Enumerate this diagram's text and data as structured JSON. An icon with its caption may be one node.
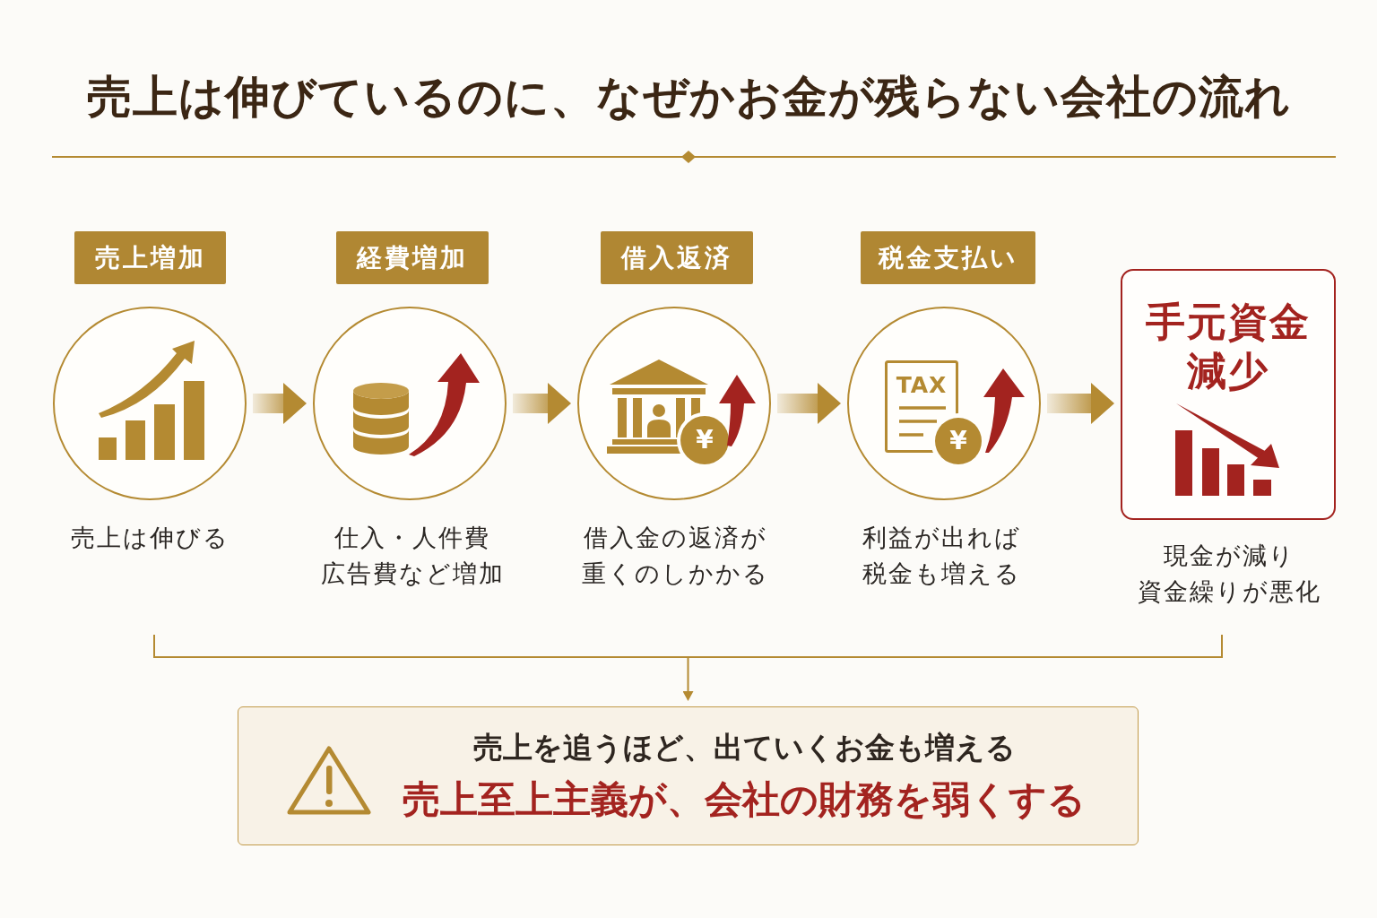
{
  "diagram": {
    "title": "売上は伸びているのに、なぜかお金が残らない会社の流れ",
    "nodes": [
      {
        "text": [
          "売上増加"
        ]
      },
      {
        "text": [],
        "shape": "circle",
        "beside": [
          "売上は伸びる"
        ]
      },
      {
        "text": [
          "経費増加"
        ]
      },
      {
        "text": [],
        "shape": "circle",
        "beside": [
          "仕入・人件費広告費など増加"
        ]
      },
      {
        "text": [
          "借入返済"
        ]
      },
      {
        "text": [],
        "shape": "circle",
        "beside": [
          "借入金の返済が重くのしかかる"
        ]
      },
      {
        "text": [
          "税金支払い"
        ]
      },
      {
        "text": [],
        "shape": "circle",
        "beside": [
          "利益が出れば税金も増える"
        ]
      },
      {
        "text": [
          "手元資金減少"
        ],
        "beside": [
          "現金が減り資金繰りが悪化"
        ]
      },
      {
        "text": [],
        "shape": "bracket"
      },
      {
        "text": [
          "売上を追うほど、出ていくお金も増える",
          "売上至上主義が、会社の財務を弱くする"
        ]
      }
    ],
    "edges": [
      {
        "from": 1,
        "to": 3,
        "arrow": "to",
        "style": "thick"
      },
      {
        "from": 3,
        "to": 5,
        "arrow": "to",
        "style": "thick"
      },
      {
        "from": 5,
        "to": 7,
        "arrow": "to",
        "style": "thick"
      },
      {
        "from": 7,
        "to": 8,
        "arrow": "to",
        "style": "thick"
      },
      {
        "from": 9,
        "to": 10,
        "arrow": "to"
      }
    ],
    "labels": [
      "¥",
      "TAX",
      "¥"
    ]
  }
}
